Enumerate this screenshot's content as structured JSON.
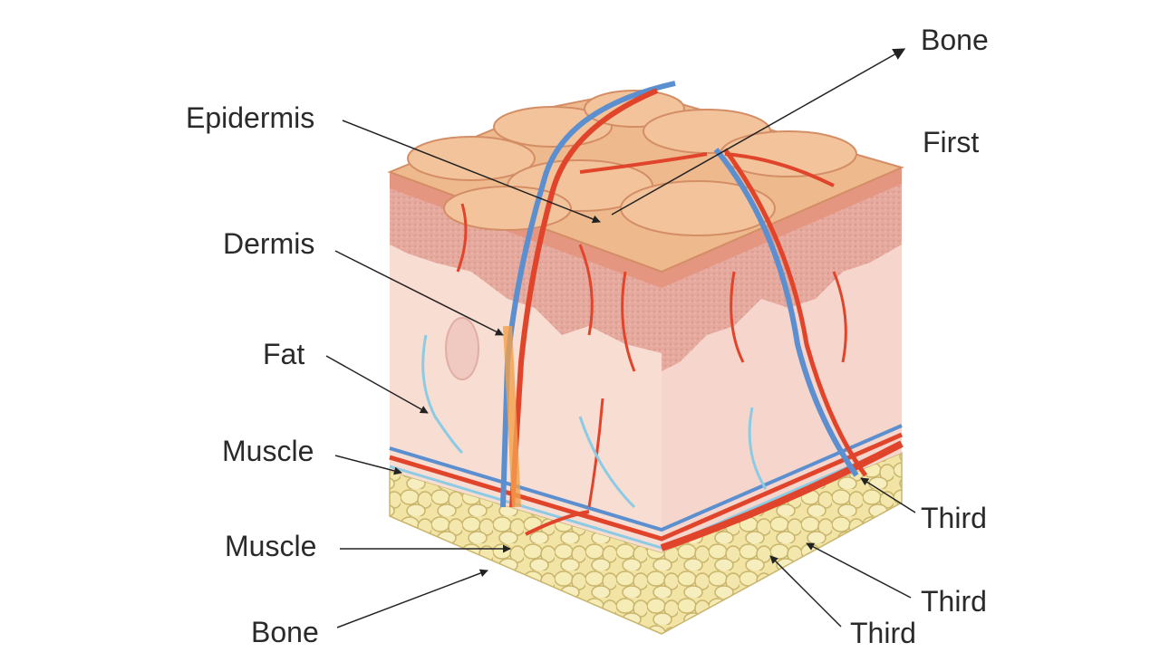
{
  "labels": {
    "bone_top": "Bone",
    "first": "First",
    "epidermis": "Epidermis",
    "dermis": "Dermis",
    "fat": "Fat",
    "muscle_1": "Muscle",
    "muscle_2": "Muscle",
    "bone_bottom": "Bone",
    "third_1": "Third",
    "third_2": "Third",
    "third_3": "Third"
  },
  "colors": {
    "epidermis": "#efb98e",
    "dermis": "#e7b2a6",
    "fat_layer": "#f8ddd2",
    "bone_cells": "#f1e4a4",
    "artery": "#e0452b",
    "vein": "#5b8fd0",
    "nerve": "#8ccbe4"
  }
}
